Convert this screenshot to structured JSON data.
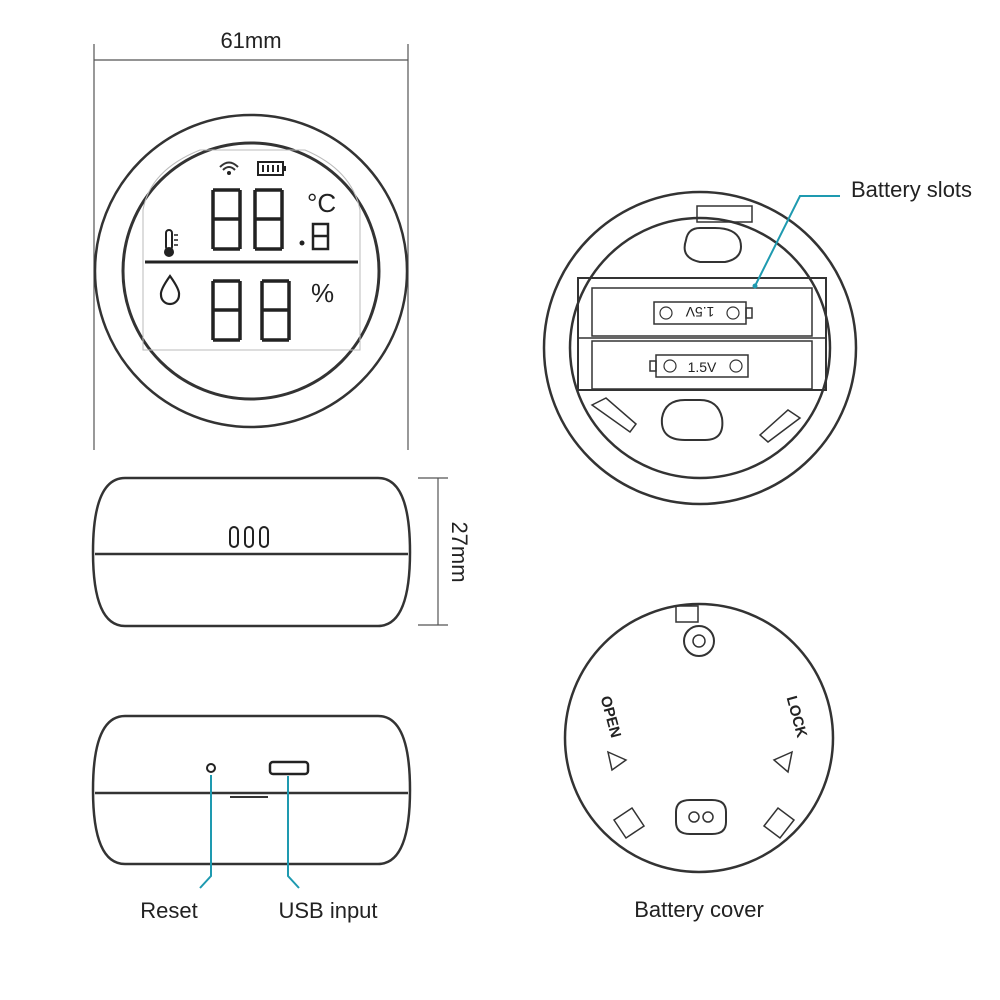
{
  "dimensions": {
    "width_label": "61mm",
    "height_label": "27mm"
  },
  "display": {
    "temp_unit": "°C",
    "humidity_unit": "%"
  },
  "battery_cells": {
    "cell_a_voltage": "1.5V",
    "cell_b_voltage": "1.5V",
    "plus": "+",
    "minus": "−"
  },
  "cover": {
    "open_text": "OPEN",
    "lock_text": "LOCK"
  },
  "labels": {
    "battery_slots": "Battery slots",
    "reset": "Reset",
    "usb_input": "USB input",
    "battery_cover": "Battery cover"
  },
  "colors": {
    "callout": "#1e9ab0",
    "outline": "#333333"
  }
}
